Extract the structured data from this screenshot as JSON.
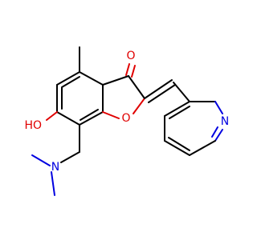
{
  "molecule": {
    "atoms": {
      "ketone_oxygen": "O",
      "ring_oxygen": "O",
      "hydroxyl": "HO",
      "amine_nitrogen": "N",
      "pyridine_nitrogen": "N"
    },
    "colors": {
      "bond": "#000000",
      "oxygen": "#e00000",
      "nitrogen": "#0000e0"
    }
  }
}
